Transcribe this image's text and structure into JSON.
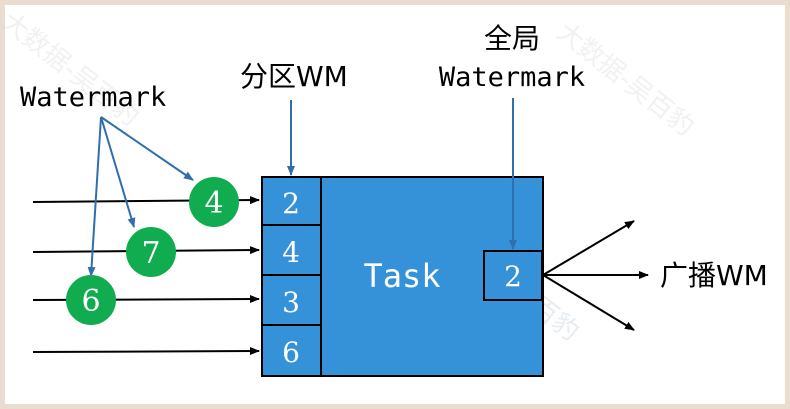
{
  "labels": {
    "watermark": "Watermark",
    "partition_wm": "分区WM",
    "global_line1": "全局",
    "global_line2": "Watermark",
    "task": "Task",
    "broadcast": "广播WM"
  },
  "partitions": [
    "2",
    "4",
    "3",
    "6"
  ],
  "global_value": "2",
  "incoming_watermarks": [
    "4",
    "7",
    "6"
  ],
  "watermark_text": "大数据-吴百豹",
  "colors": {
    "task_fill": "#3592d8",
    "badge_fill": "#10ac4f",
    "callout_line": "#2f6fad",
    "border": "#e8ddcf"
  }
}
